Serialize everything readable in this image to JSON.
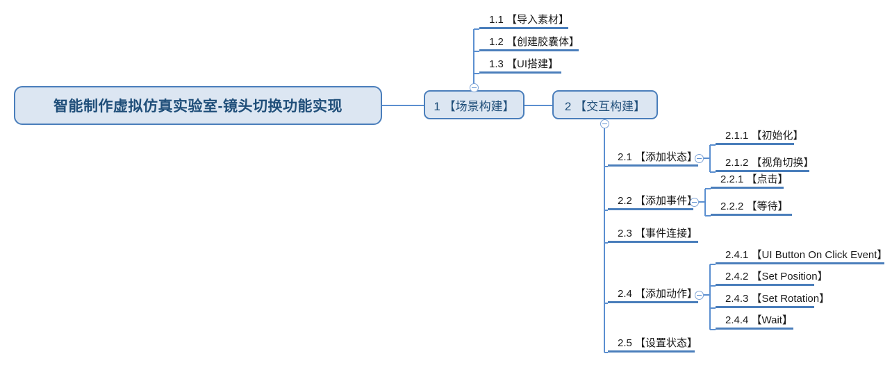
{
  "diagram": {
    "type": "mind-map",
    "background_color": "#ffffff",
    "accent_color": "#4a7ebb",
    "node_fill_color": "#dce6f2",
    "node_text_color": "#1f4e79",
    "branch_text_color": "#1a1a1a",
    "root": {
      "label": "智能制作虚拟仿真实验室-镜头切换功能实现"
    },
    "level1": [
      {
        "id": "1",
        "label": "1 【场景构建】",
        "collapse_icon": "minus-toggle-icon"
      },
      {
        "id": "2",
        "label": "2 【交互构建】",
        "collapse_icon": "minus-toggle-icon"
      }
    ],
    "branch1": [
      {
        "id": "1.1",
        "label": "1.1 【导入素材】"
      },
      {
        "id": "1.2",
        "label": "1.2 【创建胶囊体】"
      },
      {
        "id": "1.3",
        "label": "1.3 【UI搭建】"
      }
    ],
    "branch2": [
      {
        "id": "2.1",
        "label": "2.1 【添加状态】",
        "collapse_icon": "minus-toggle-icon"
      },
      {
        "id": "2.2",
        "label": "2.2 【添加事件】",
        "collapse_icon": "minus-toggle-icon"
      },
      {
        "id": "2.3",
        "label": "2.3 【事件连接】"
      },
      {
        "id": "2.4",
        "label": "2.4 【添加动作】",
        "collapse_icon": "minus-toggle-icon"
      },
      {
        "id": "2.5",
        "label": "2.5 【设置状态】"
      }
    ],
    "branch21": [
      {
        "id": "2.1.1",
        "label": "2.1.1 【初始化】"
      },
      {
        "id": "2.1.2",
        "label": "2.1.2 【视角切换】"
      }
    ],
    "branch22": [
      {
        "id": "2.2.1",
        "label": "2.2.1 【点击】"
      },
      {
        "id": "2.2.2",
        "label": "2.2.2 【等待】"
      }
    ],
    "branch24": [
      {
        "id": "2.4.1",
        "label": "2.4.1 【UI Button On Click Event】"
      },
      {
        "id": "2.4.2",
        "label": "2.4.2 【Set Position】"
      },
      {
        "id": "2.4.3",
        "label": "2.4.3 【Set Rotation】"
      },
      {
        "id": "2.4.4",
        "label": "2.4.4 【Wait】"
      }
    ]
  }
}
